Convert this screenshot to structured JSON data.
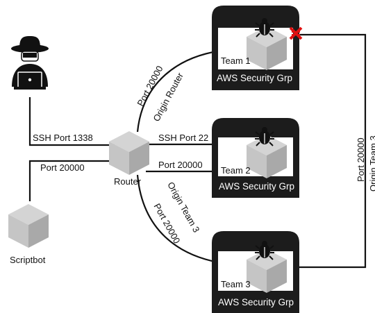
{
  "nodes": {
    "router_label": "Router",
    "scriptbot_label": "Scriptbot",
    "team1_label": "Team 1",
    "team2_label": "Team 2",
    "team3_label": "Team 3",
    "security_group_label": "AWS Security Grp"
  },
  "edges": {
    "hacker_ssh": "SSH Port 1338",
    "scriptbot_port": "Port 20000",
    "team1_port": "Port 20000",
    "team1_origin": "Origin Router",
    "team2_ssh": "SSH Port 22",
    "team2_port": "Port 20000",
    "team3_port": "Port 20000",
    "team3_origin": "Origin Team 3",
    "right_port": "Port 20000",
    "right_origin": "Origin Team 3"
  },
  "colors": {
    "cube_top": "#d4d4d4",
    "cube_left": "#c5c5c5",
    "cube_right": "#a9a9a9",
    "security_group": "#1c1c1c",
    "blocked": "#e01010"
  },
  "icons": {
    "hacker": "hacker-icon",
    "bug": "bug-icon",
    "blocked": "blocked-connection-icon"
  }
}
